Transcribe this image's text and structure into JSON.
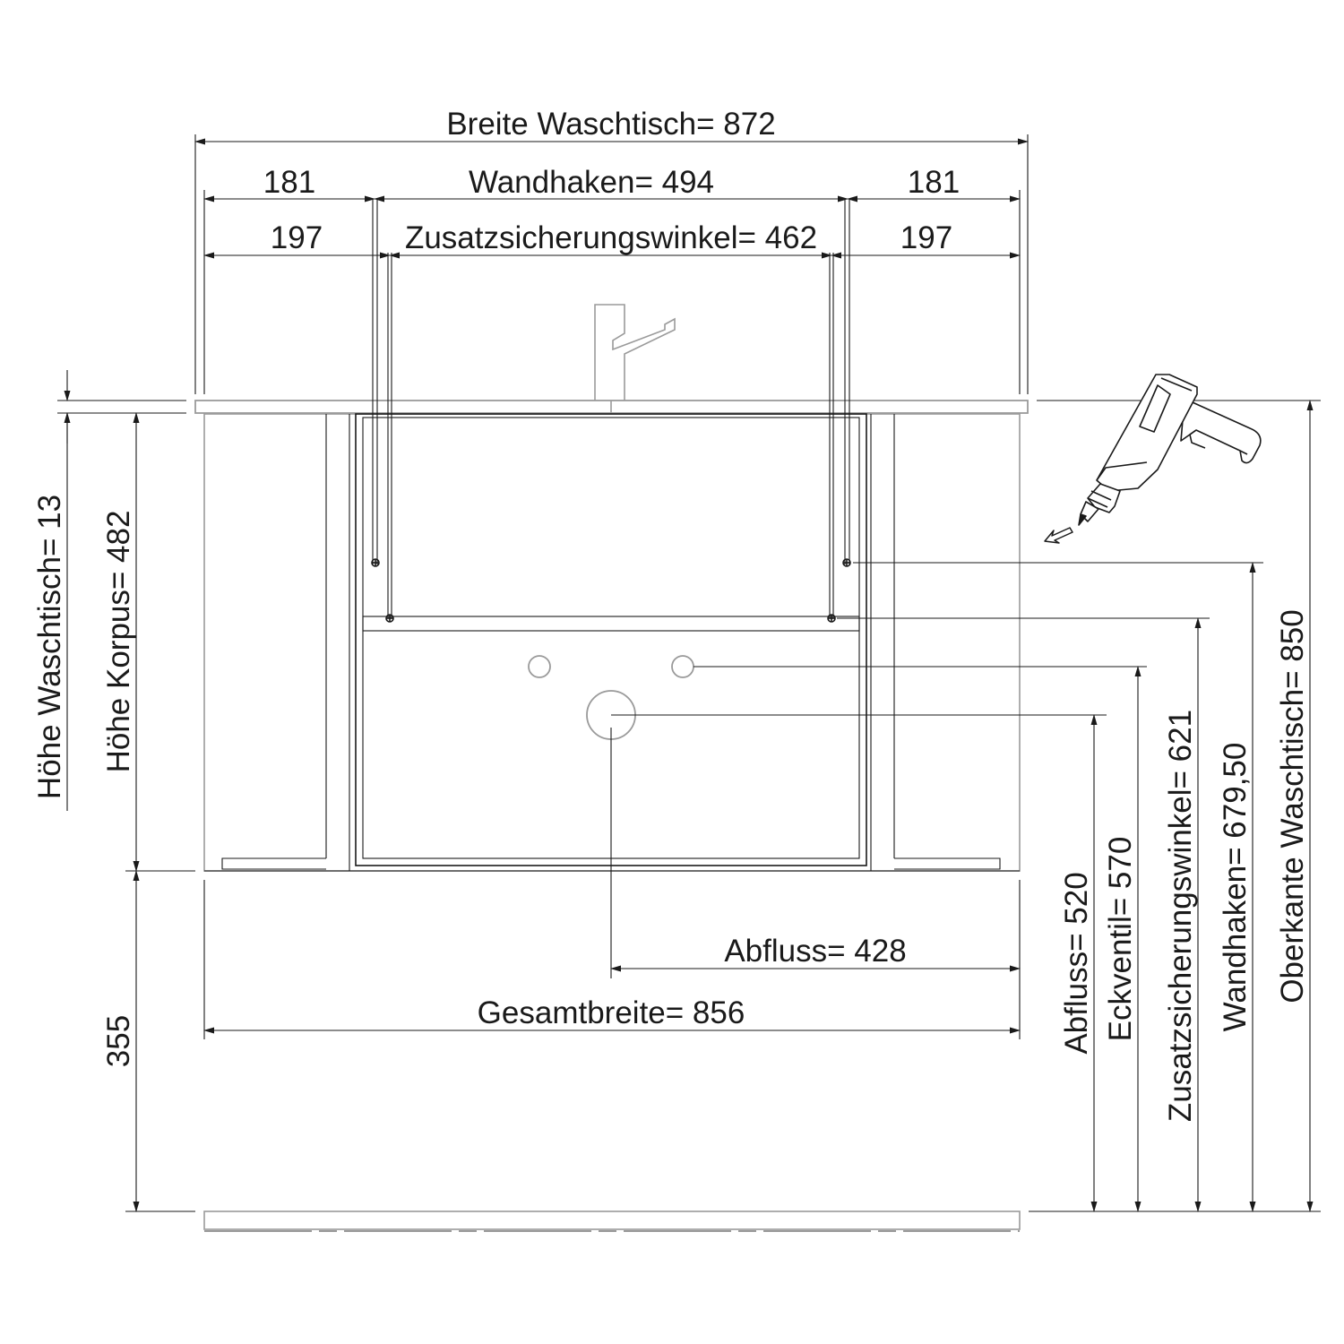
{
  "dimensions": {
    "breite_waschtisch": "Breite Waschtisch= 872",
    "left_181": "181",
    "wandhaken_width": "Wandhaken=  494",
    "right_181": "181",
    "left_197": "197",
    "zusatz_width": "Zusatzsicherungswinkel=  462",
    "right_197": "197",
    "hoehe_waschtisch": "Höhe Waschtisch= 13",
    "hoehe_korpus": "Höhe Korpus= 482",
    "floor_gap": "355",
    "abfluss_width": "Abfluss= 428",
    "gesamtbreite": "Gesamtbreite= 856",
    "abfluss_height": "Abfluss= 520",
    "eckventil_height": "Eckventil= 570",
    "zusatz_height": "Zusatzsicherungswinkel= 621",
    "wandhaken_height": "Wandhaken= 679,50",
    "oberkante_height": "Oberkante Waschtisch= 850"
  },
  "icons": {
    "faucet": "faucet-icon",
    "drill": "drill-icon",
    "arrow": "arrow-icon"
  },
  "colors": {
    "line": "#1a1a1a",
    "grey": "#9a9a9a",
    "background": "#ffffff"
  }
}
